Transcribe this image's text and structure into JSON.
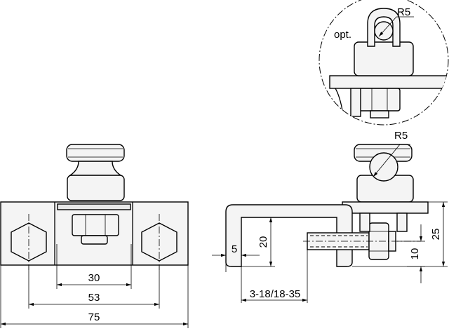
{
  "front_view": {
    "dim_inner": "30",
    "dim_middle": "53",
    "dim_overall": "75"
  },
  "side_view": {
    "dim_thickness": "5",
    "dim_height_inner": "20",
    "dim_height_overall": "25",
    "dim_offset": "10",
    "dim_clamp_range": "3-18/18-35",
    "radius_label": "R5"
  },
  "detail_view": {
    "radius_label": "R5",
    "option_label": "opt."
  }
}
